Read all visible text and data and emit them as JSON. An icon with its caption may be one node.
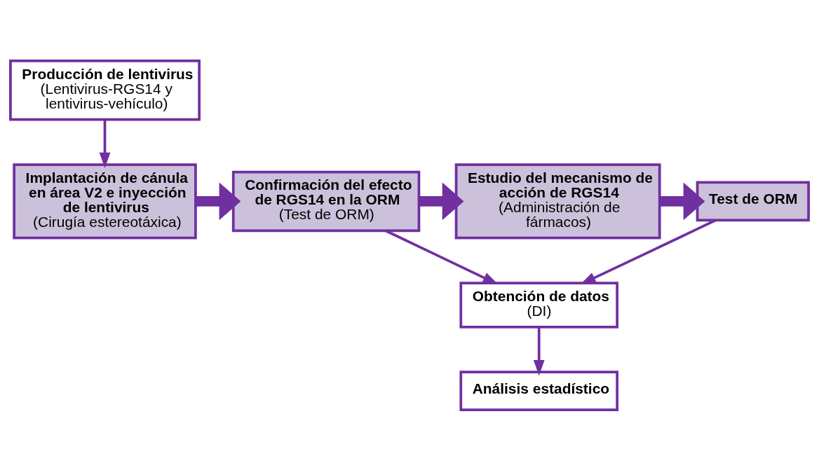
{
  "diagram": {
    "nodes": [
      {
        "text": [
          "Producción de lentivirus",
          "(Lentivirus-RGS14 y lentivirus-vehículo)"
        ]
      },
      {
        "text": [
          "Implantación de cánula en área V2 e inyección de lentivirus",
          "(Cirugía estereotáxica)"
        ]
      },
      {
        "text": [
          "Confirmación del efecto de RGS14 en la ORM",
          "(Test de ORM)"
        ]
      },
      {
        "text": [
          "Estudio del mecanismo de acción de RGS14",
          "(Administración de fármacos)"
        ]
      },
      {
        "text": [
          "Test de ORM"
        ]
      },
      {
        "text": [
          "Obtención de datos",
          "(DI)"
        ]
      },
      {
        "text": [
          "Análisis estadístico"
        ]
      }
    ],
    "edges": [
      {
        "from": 0,
        "to": 1,
        "arrow": "to"
      },
      {
        "from": 1,
        "to": 2,
        "arrow": "to",
        "style": "thick"
      },
      {
        "from": 2,
        "to": 3,
        "arrow": "to",
        "style": "thick"
      },
      {
        "from": 3,
        "to": 4,
        "arrow": "to",
        "style": "thick"
      },
      {
        "from": 2,
        "to": 5,
        "arrow": "to"
      },
      {
        "from": 4,
        "to": 5,
        "arrow": "to"
      },
      {
        "from": 5,
        "to": 6,
        "arrow": "to"
      }
    ]
  }
}
